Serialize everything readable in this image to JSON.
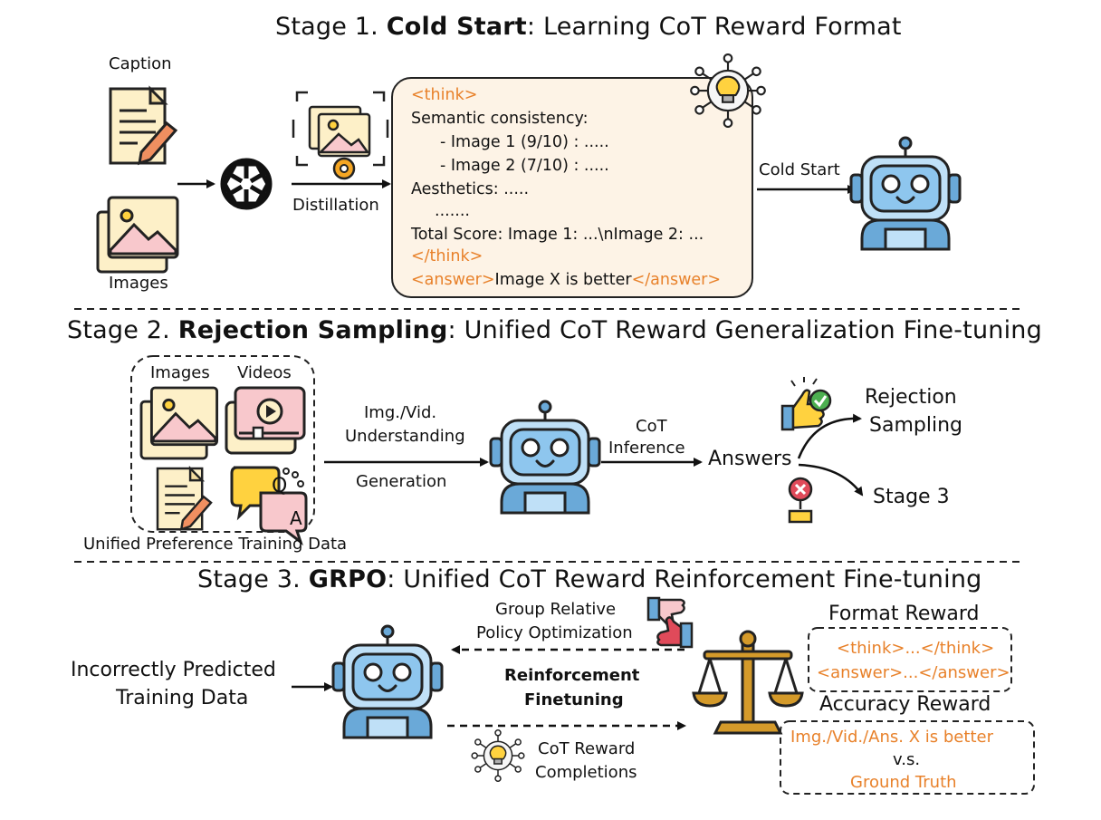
{
  "colors": {
    "accent": "#e8812a",
    "robot_blue": "#bfe0f7",
    "robot_dark": "#6aa9d8",
    "paper": "#fdf0c8",
    "pink": "#f8c8cc",
    "gold": "#d49a2a"
  },
  "stage1": {
    "prefix": "Stage 1. ",
    "bold": "Cold Start",
    "suffix": ": Learning CoT Reward Format",
    "caption_label": "Caption",
    "images_label": "Images",
    "distill_label": "Distillation",
    "cold_start_label": "Cold Start",
    "think_open": "<think>",
    "semantic": "Semantic consistency:",
    "img1": "- Image 1 (9/10) : .....",
    "img2": "- Image 2 (7/10) : .....",
    "aesthetics": "Aesthetics: .....",
    "dots": ".......",
    "total": "Total Score: Image 1: ...\\nImage 2: ...",
    "think_close": "</think>",
    "answer_open": "<answer>",
    "answer_text": "Image X is better",
    "answer_close": "</answer>"
  },
  "stage2": {
    "prefix": "Stage 2. ",
    "bold": "Rejection Sampling",
    "suffix": ": Unified CoT Reward Generalization Fine-tuning",
    "images_label": "Images",
    "videos_label": "Videos",
    "data_label": "Unified Preference Training Data",
    "understanding_l1": "Img./Vid.",
    "understanding_l2": "Understanding",
    "generation": "Generation",
    "cot_l1": "CoT",
    "cot_l2": "Inference",
    "answers": "Answers",
    "rejection_l1": "Rejection",
    "rejection_l2": "Sampling",
    "stage3": "Stage 3",
    "q": "Q",
    "a": "A"
  },
  "stage3": {
    "prefix": "Stage 3. ",
    "bold": "GRPO",
    "suffix": ": Unified CoT Reward Reinforcement Fine-tuning",
    "incorrect_l1": "Incorrectly Predicted",
    "incorrect_l2": "Training Data",
    "grpo_l1": "Group Relative",
    "grpo_l2": "Policy Optimization",
    "rf_l1": "Reinforcement",
    "rf_l2": "Finetuning",
    "comp_l1": "CoT Reward",
    "comp_l2": "Completions",
    "format_reward": "Format Reward",
    "fr_line1": "<think>...</think>",
    "fr_line2": "<answer>...</answer>",
    "accuracy_reward": "Accuracy Reward",
    "ar_line1": "Img./Vid./Ans. X is better",
    "ar_vs": "v.s.",
    "ar_line3": "Ground Truth"
  }
}
